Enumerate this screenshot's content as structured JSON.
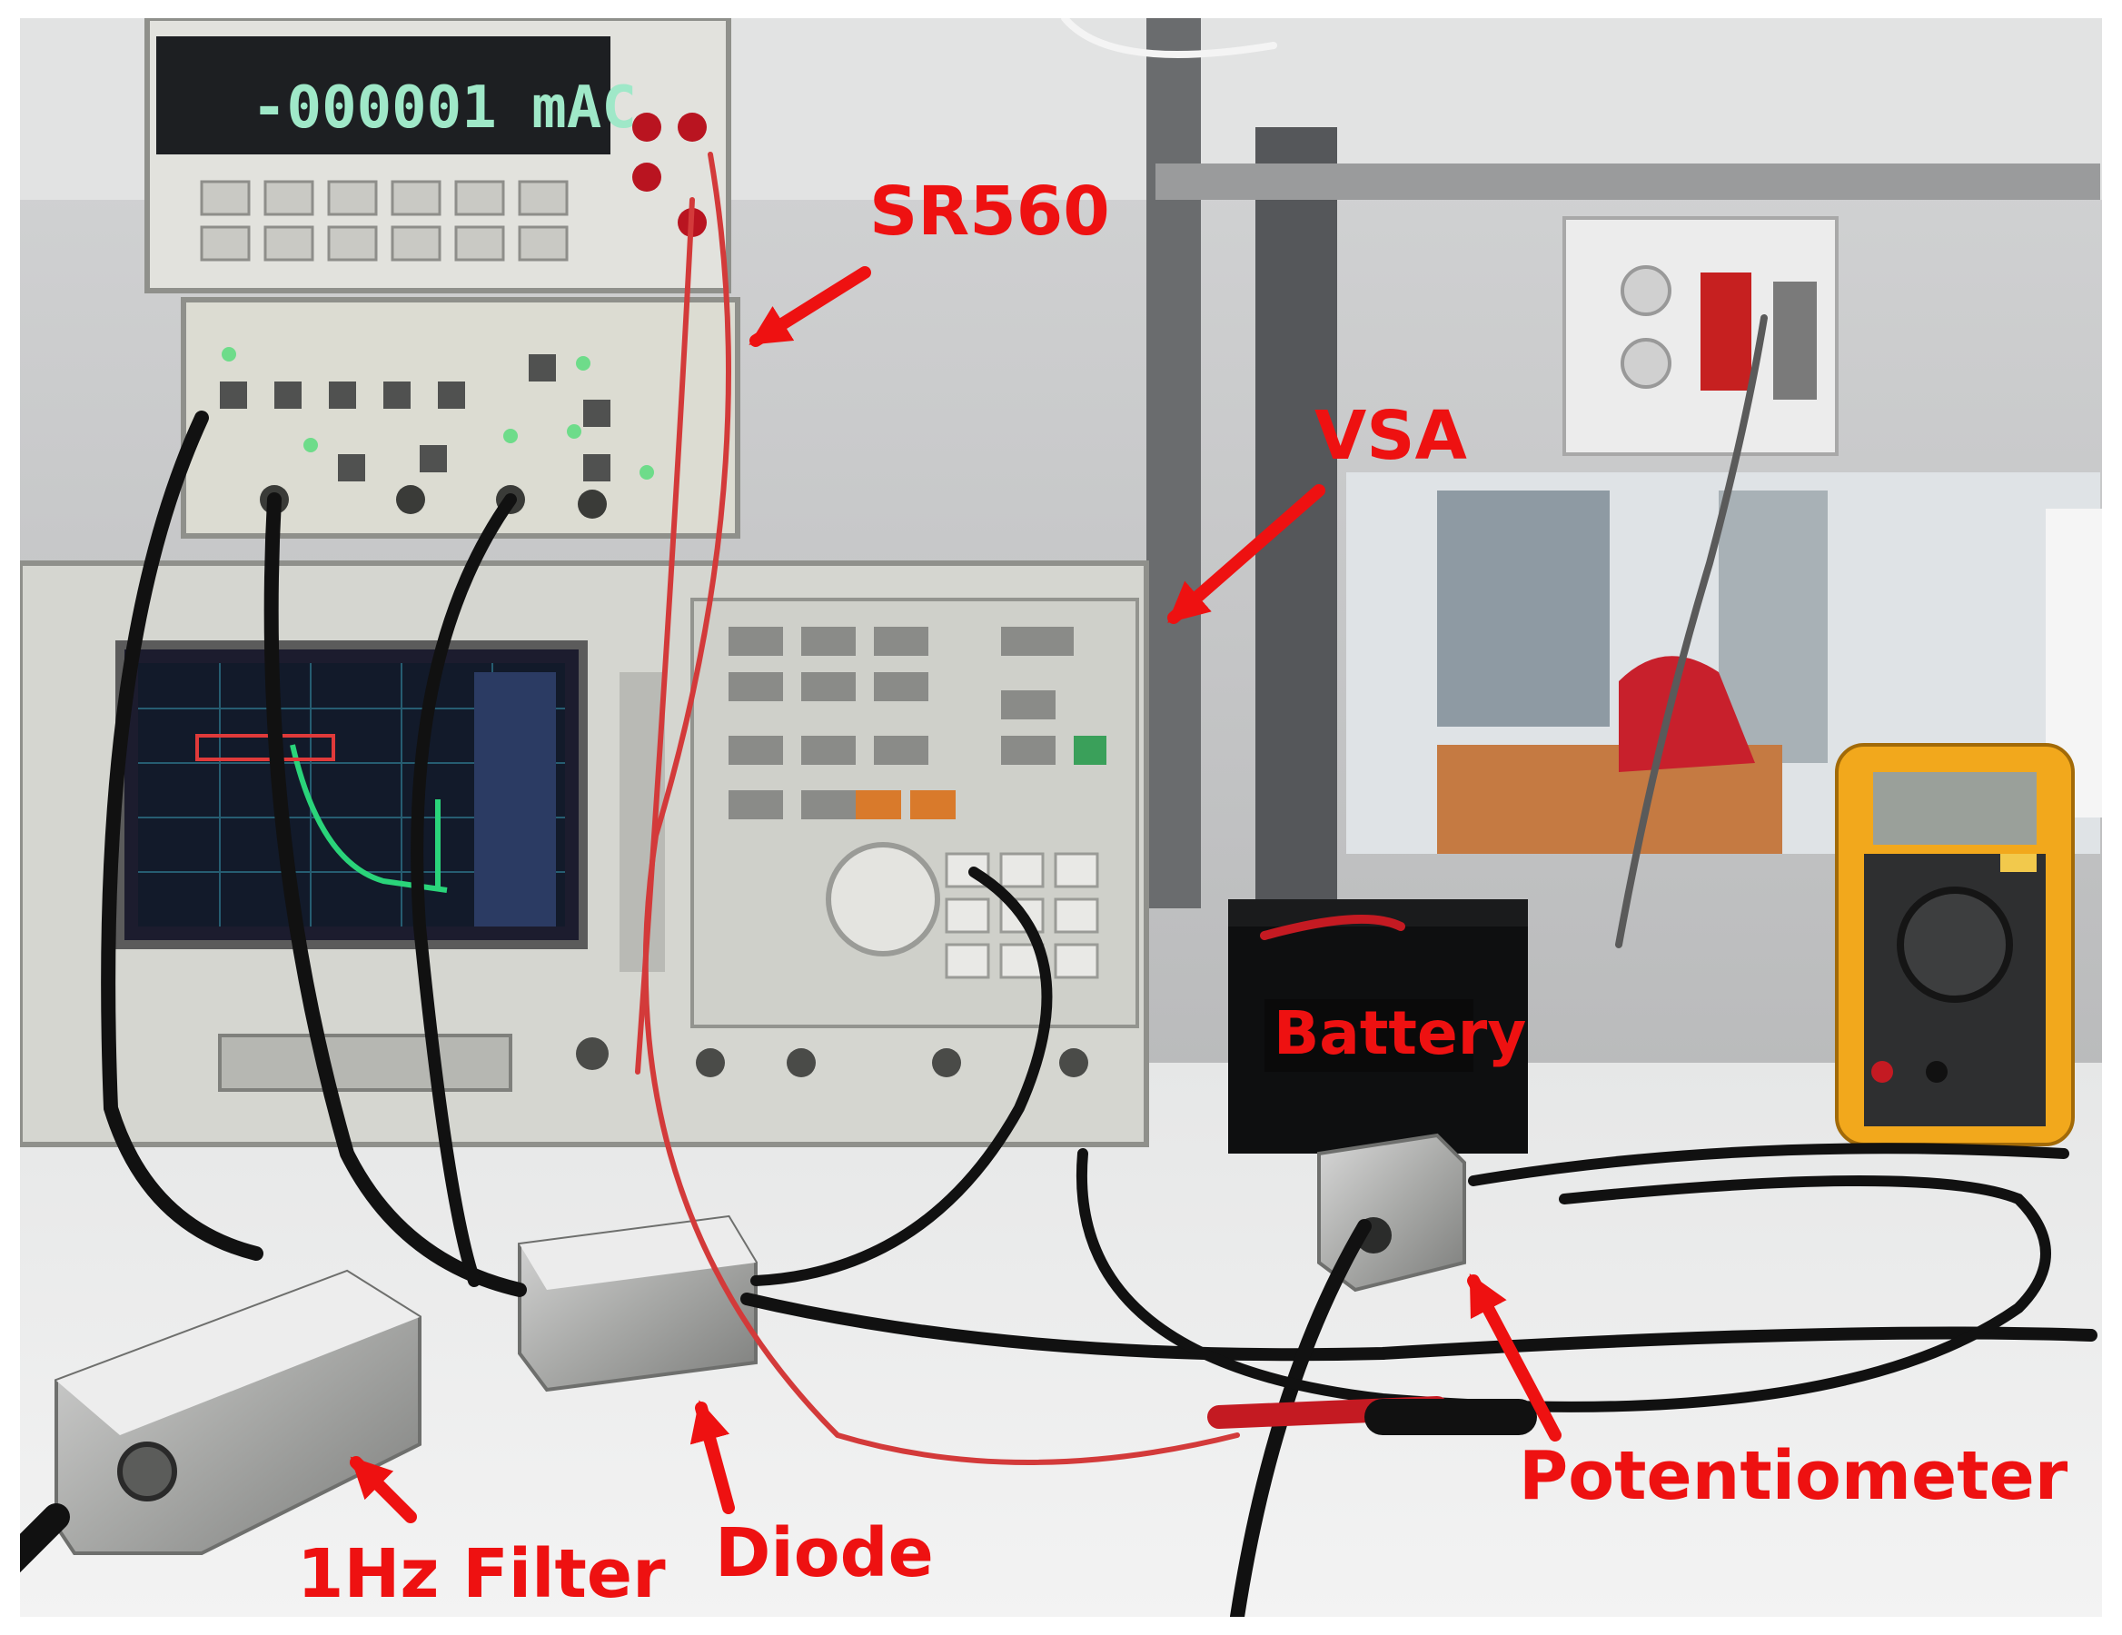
{
  "figure": {
    "labels": {
      "sr560": "SR560",
      "vsa": "VSA",
      "battery": "Battery",
      "potentiometer": "Potentiometer",
      "filter": "1Hz Filter",
      "diode": "Diode"
    },
    "multimeter_display": "-000001 mAC",
    "colors": {
      "label_red": "#ee1111",
      "wall": "#c9cacb",
      "bench": "#eeeeee",
      "instrument_panel": "#d5d6d0",
      "screen": "#1c1c2e",
      "handheld_meter": "#f2a81c"
    }
  }
}
